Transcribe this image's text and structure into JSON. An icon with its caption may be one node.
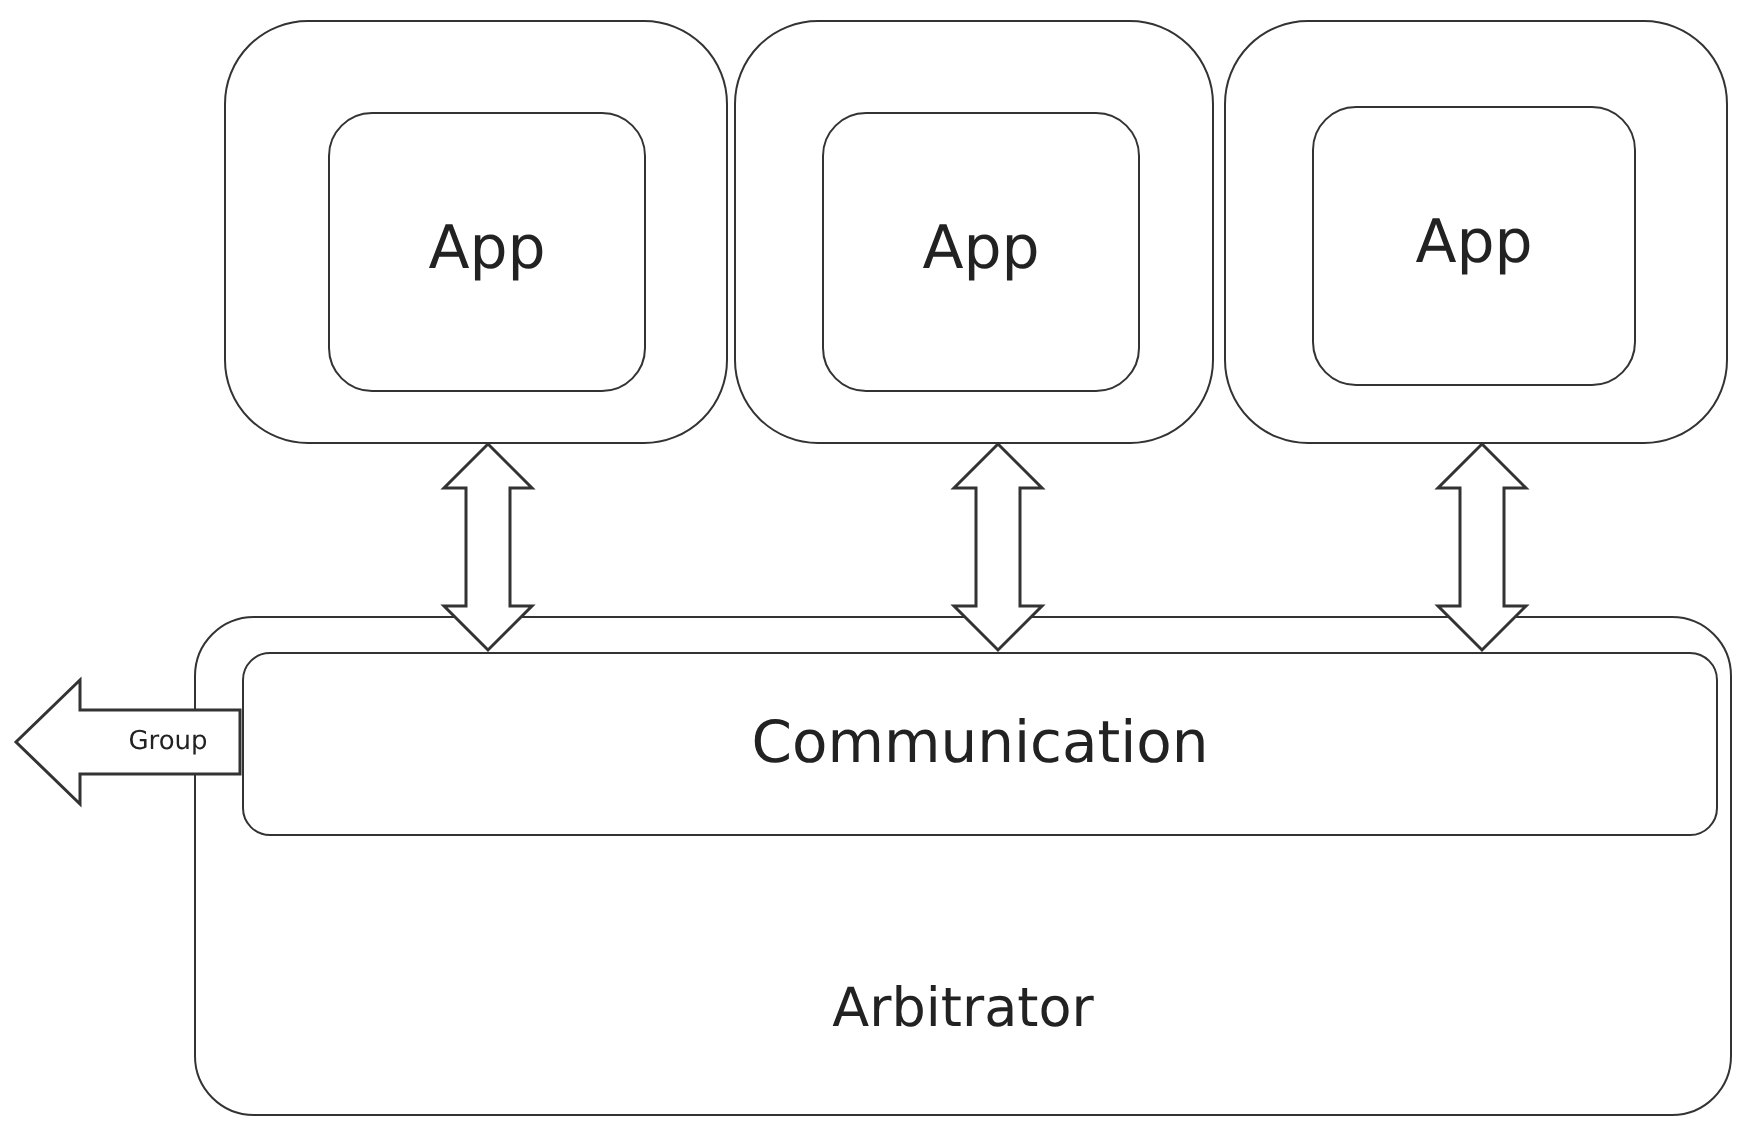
{
  "diagram": {
    "nodes": [
      {
        "text": [],
        "shape": "box"
      },
      {
        "text": [
          "App"
        ],
        "in": 0
      },
      {
        "text": [],
        "shape": "box"
      },
      {
        "text": [
          "App"
        ],
        "in": 2
      },
      {
        "text": [],
        "shape": "box"
      },
      {
        "text": [
          "App"
        ],
        "in": 4
      },
      {
        "text": [
          "Arbitrator"
        ]
      },
      {
        "text": [
          "Communication"
        ],
        "in": 6
      }
    ],
    "edges": [
      {
        "from": 0,
        "to": 7,
        "arrow": "both"
      },
      {
        "from": 2,
        "to": 7,
        "arrow": "both"
      },
      {
        "from": 4,
        "to": 7,
        "arrow": "both"
      },
      {
        "from": 7,
        "to": null,
        "arrow": "to",
        "label": "Group"
      }
    ]
  }
}
